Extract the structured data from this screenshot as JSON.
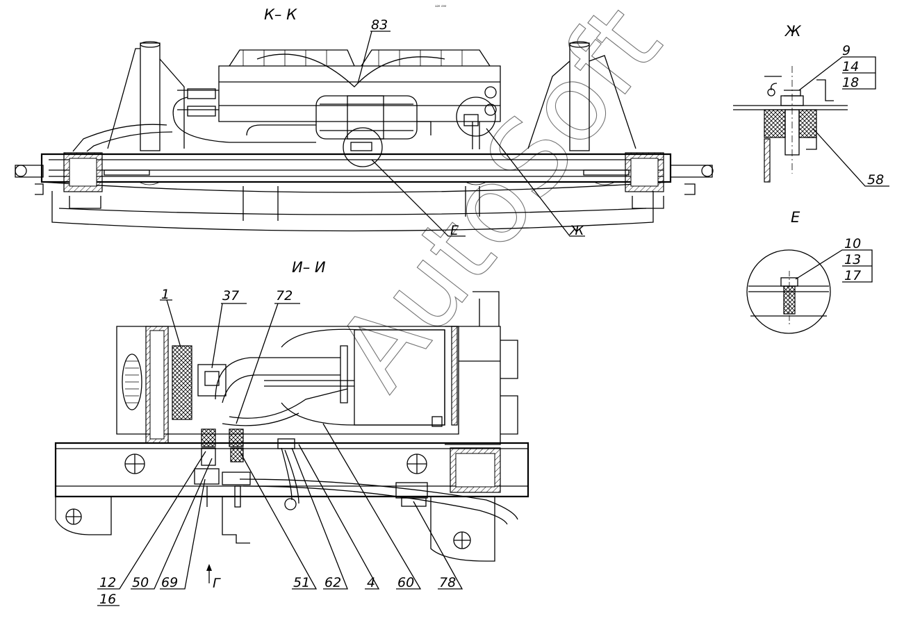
{
  "views": {
    "section_kk": "К– К",
    "section_ii": "И– И",
    "detail_zh": "Ж",
    "detail_e": "Е",
    "view_g": "Г",
    "top_code": "¹²⁰ ⁰⁰⁰"
  },
  "callouts": {
    "kk": {
      "part_83": "83",
      "ref_e": "Е",
      "ref_zh": "Ж"
    },
    "zh": [
      "9",
      "14",
      "18",
      "58"
    ],
    "e": [
      "10",
      "13",
      "17"
    ],
    "ii_top": [
      "1",
      "37",
      "72"
    ],
    "ii_bottom": [
      "12",
      "16",
      "50",
      "69",
      "51",
      "62",
      "4",
      "60",
      "78"
    ]
  },
  "watermark": "AutoSoft"
}
